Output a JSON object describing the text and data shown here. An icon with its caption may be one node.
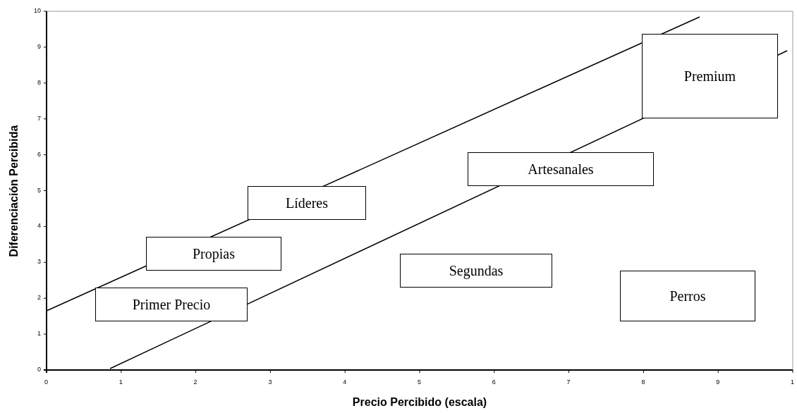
{
  "diagram": {
    "nodes": [
      {
        "text": [
          "Premium"
        ]
      },
      {
        "text": [
          "Artesanales"
        ]
      },
      {
        "text": [
          "Líderes"
        ]
      },
      {
        "text": [
          "Propias"
        ]
      },
      {
        "text": [
          "Primer Precio"
        ]
      },
      {
        "text": [
          "Segundas"
        ]
      },
      {
        "text": [
          "Perros"
        ]
      }
    ],
    "labels": [
      "Diferenciación Percibida",
      "10",
      "9",
      "8",
      "7",
      "6",
      "5",
      "4",
      "3",
      "2",
      "1",
      "0",
      "0",
      "1",
      "2",
      "3",
      "4",
      "5",
      "6",
      "7",
      "8",
      "9",
      "1",
      "Precio Percibido (escala)"
    ]
  }
}
